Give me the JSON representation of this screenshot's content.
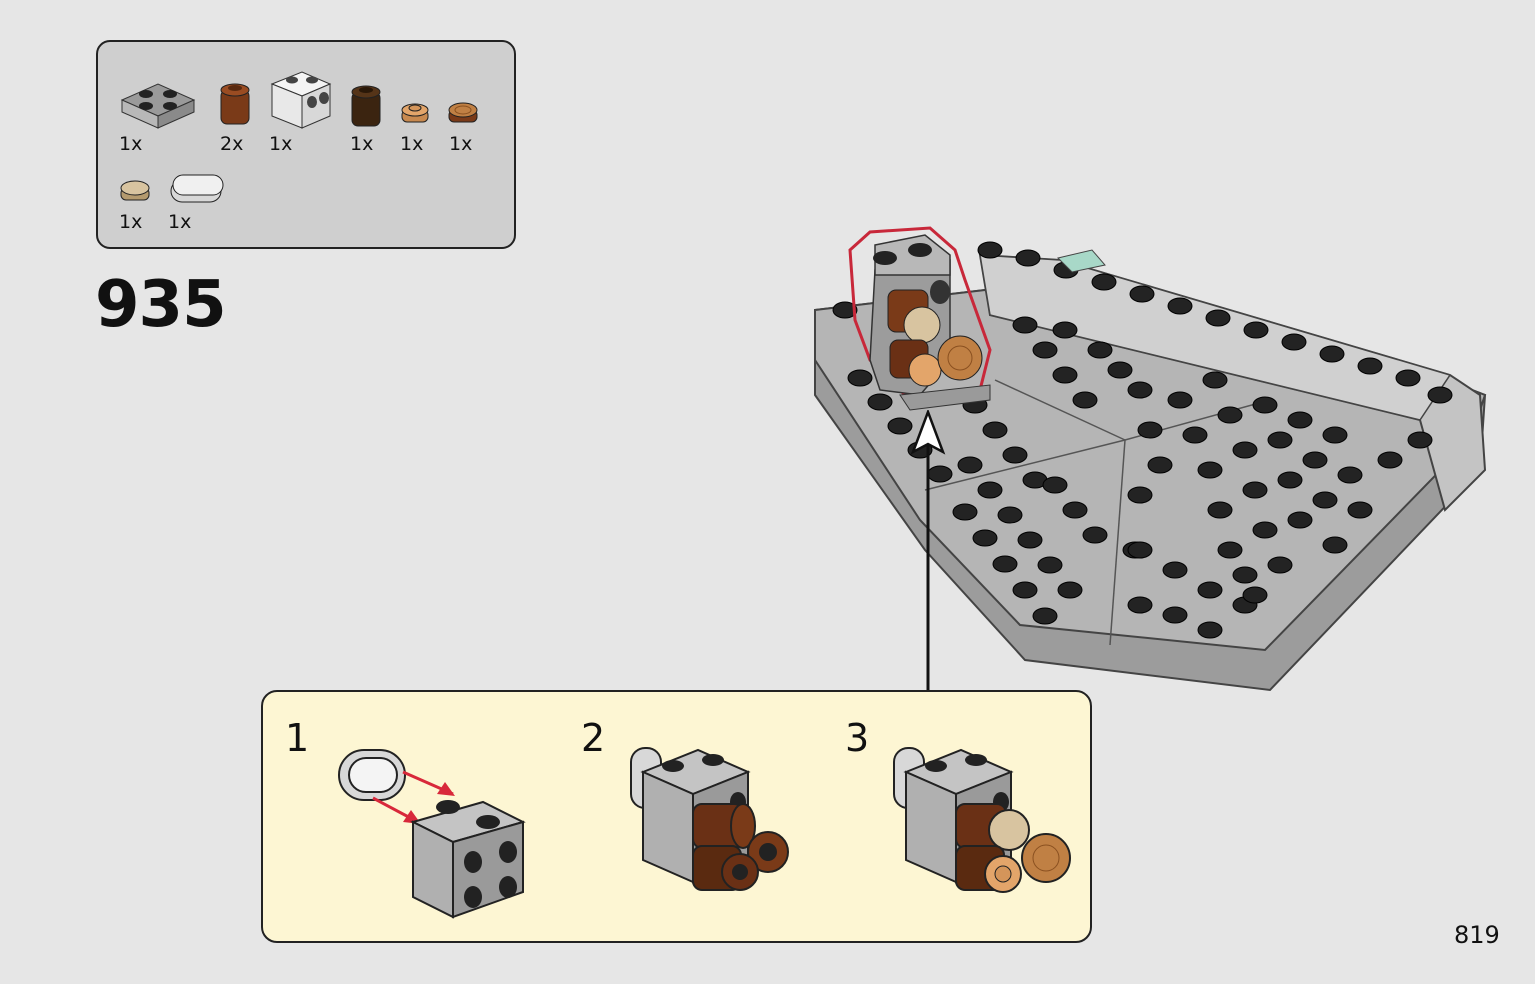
{
  "parts": [
    {
      "icon": "gray-plate-2x2-icon",
      "qty": "1x"
    },
    {
      "icon": "reddish-brown-round-brick-icon",
      "qty": "2x"
    },
    {
      "icon": "white-bracket-brick-icon",
      "qty": "1x"
    },
    {
      "icon": "dark-brown-round-brick-icon",
      "qty": "1x"
    },
    {
      "icon": "tan-round-plate-icon",
      "qty": "1x"
    },
    {
      "icon": "brown-round-tile-icon",
      "qty": "1x"
    },
    {
      "icon": "tan-round-tile-icon",
      "qty": "1x"
    },
    {
      "icon": "light-gray-oval-tile-icon",
      "qty": "1x"
    }
  ],
  "step": {
    "number": "935"
  },
  "substeps": [
    {
      "number": "1"
    },
    {
      "number": "2"
    },
    {
      "number": "3"
    }
  ],
  "page": {
    "number": "819"
  },
  "colors": {
    "background": "#e6e6e6",
    "parts_box": "#cfcfcf",
    "substep_box": "#fdf6d3",
    "highlight": "#c8283a",
    "arrow_red": "#d8283a",
    "gray_part": "#a9a9a9",
    "stud": "#222222"
  }
}
